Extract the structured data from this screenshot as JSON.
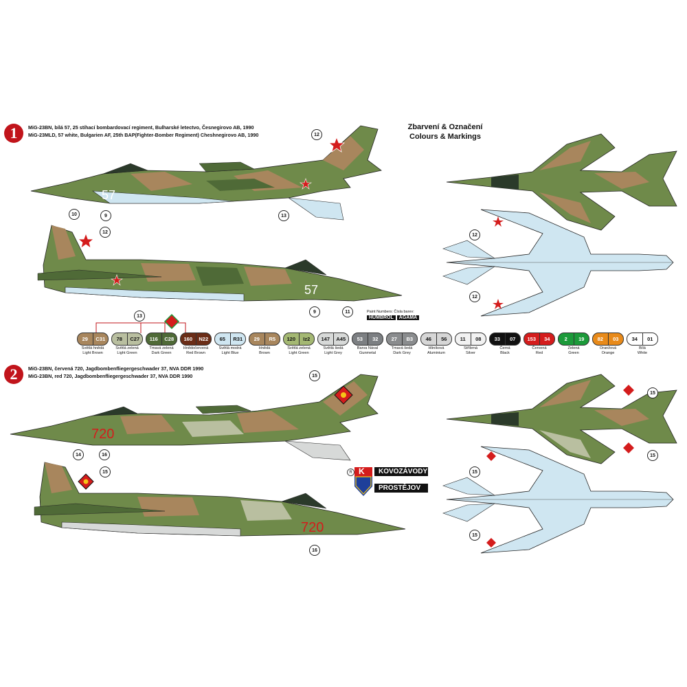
{
  "heading": {
    "line1": "Zbarvení & Označení",
    "line2": "Colours & Markings"
  },
  "scheme1": {
    "number": "1",
    "caption_cz": "MiG-23BN, bílá 57, 25 stíhací bombardovací regiment, Bulharské letectvo, Česnegirovo AB, 1990",
    "caption_en": "MiG-23MLD, 57 white, Bulgarien AF, 25th BAP(Fighter-Bomber Regiment) Cheshnegirovo AB, 1990",
    "tail_code": "57",
    "callouts": [
      "12",
      "13",
      "9",
      "10",
      "12",
      "13",
      "9",
      "11",
      "12",
      "12"
    ]
  },
  "scheme2": {
    "number": "2",
    "caption_cz": "MiG-23BN, červená 720, Jagdbombenfliegergeschwader 37, NVA DDR 1990",
    "caption_en": "MiG-23BN, red 720, Jagdbombenfliegergeschwader 37, NVA DDR 1990",
    "tail_code": "720",
    "callouts": [
      "15",
      "14",
      "16",
      "15",
      "16",
      "15",
      "15",
      "15",
      "15"
    ]
  },
  "paint_numbers": {
    "label": "Paint Numbers:  Čísla barev:",
    "humbrol": "HUMBROL",
    "agama": "AGAMA"
  },
  "paints": [
    {
      "h": "29",
      "a": "C31",
      "color": "#a8865d",
      "label_cz": "Světlá hnědá",
      "label_en": "Light Brown"
    },
    {
      "h": "78",
      "a": "C27",
      "color": "#b9bfa0",
      "label_cz": "Světlá zelená",
      "label_en": "Light Green"
    },
    {
      "h": "116",
      "a": "C28",
      "color": "#4f6a37",
      "label_cz": "Tmavá zelená",
      "label_en": "Dark Green"
    },
    {
      "h": "160",
      "a": "N22",
      "color": "#6b2d17",
      "label_cz": "Hnědočervená",
      "label_en": "Red Brown"
    },
    {
      "h": "65",
      "a": "R31",
      "color": "#cfe6f1",
      "label_cz": "Světlá modrá",
      "label_en": "Light Blue"
    },
    {
      "h": "29",
      "a": "R5",
      "color": "#a8865d",
      "label_cz": "Hnědá",
      "label_en": "Brown"
    },
    {
      "h": "120",
      "a": "Iz2",
      "color": "#a4b873",
      "label_cz": "Světlá zelená",
      "label_en": "Light Green"
    },
    {
      "h": "147",
      "a": "A45",
      "color": "#d7d9d8",
      "label_cz": "Světlá šedá",
      "label_en": "Light Grey"
    },
    {
      "h": "53",
      "a": "32",
      "color": "#7c7f82",
      "label_cz": "Barva Nával",
      "label_en": "Gunmetal"
    },
    {
      "h": "27",
      "a": "B3",
      "color": "#8a8c8e",
      "label_cz": "Tmavá šedá",
      "label_en": "Dark Grey"
    },
    {
      "h": "46",
      "a": "56",
      "color": "#d6d6d6",
      "label_cz": "Hliníková",
      "label_en": "Aluminium"
    },
    {
      "h": "11",
      "a": "08",
      "color": "#f2f2f2",
      "label_cz": "Stříbrná",
      "label_en": "Silver"
    },
    {
      "h": "33",
      "a": "07",
      "color": "#111111",
      "label_cz": "Černá",
      "label_en": "Black"
    },
    {
      "h": "153",
      "a": "34",
      "color": "#d41c1c",
      "label_cz": "Červená",
      "label_en": "Red"
    },
    {
      "h": "2",
      "a": "19",
      "color": "#1c9a3a",
      "label_cz": "Zelená",
      "label_en": "Green"
    },
    {
      "h": "82",
      "a": "03",
      "color": "#e88a1a",
      "label_cz": "Oranžová",
      "label_en": "Orange"
    },
    {
      "h": "34",
      "a": "01",
      "color": "#ffffff",
      "label_cz": "Bílá",
      "label_en": "White"
    }
  ],
  "logo": {
    "r": "R",
    "k": "K",
    "line1": "KOVOZÁVODY",
    "line2": "PROSTĚJOV"
  },
  "colors": {
    "dark_green": "#4f6a37",
    "light_brown": "#a8865d",
    "green_mid": "#6f8a4a",
    "light_blue": "#cfe6f1",
    "red": "#d41c1c",
    "grey": "#9a9a9a"
  }
}
